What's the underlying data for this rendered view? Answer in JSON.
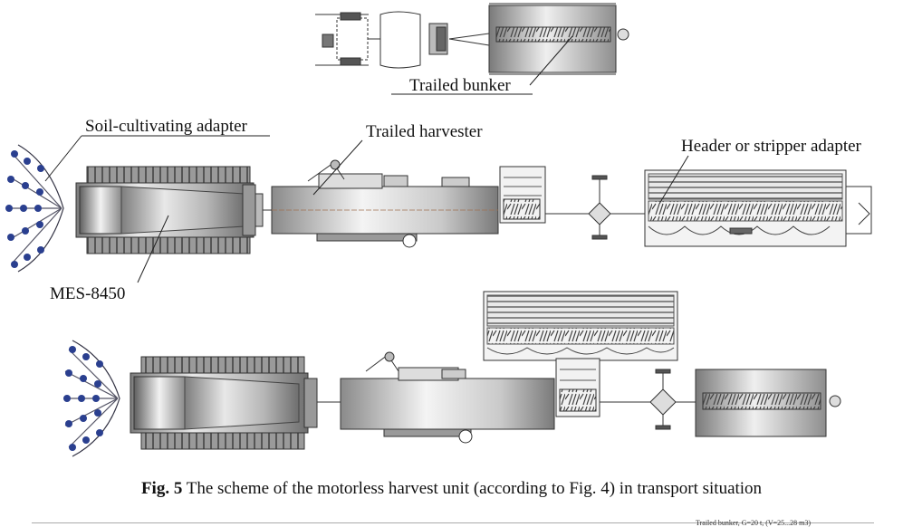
{
  "labels": {
    "trailed_bunker": "Trailed bunker",
    "soil_adapter": "Soil-cultivating adapter",
    "trailed_harvester": "Trailed harvester",
    "header_adapter": "Header or stripper adapter",
    "mes": "MES-8450"
  },
  "caption": {
    "number": "Fig. 5",
    "text": "The scheme of the motorless harvest unit (according to Fig. 4) in transport situation"
  },
  "footer_note": "Trailed bunker, G=20 t, (V=25...28 m3)"
}
